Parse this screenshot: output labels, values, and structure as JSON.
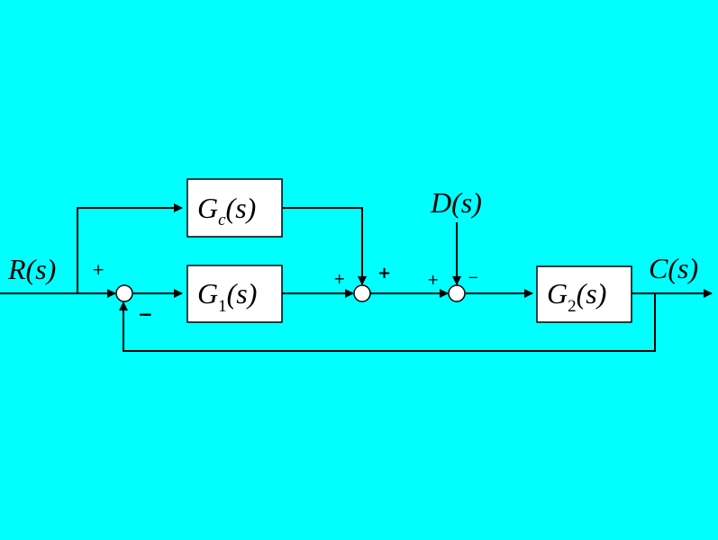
{
  "colors": {
    "background": "#00ffff",
    "stroke": "#000000",
    "block_fill": "#ffffff"
  },
  "signals": {
    "input": {
      "sym": "R",
      "arg": "(s)"
    },
    "output": {
      "sym": "C",
      "arg": "(s)"
    },
    "disturbance": {
      "sym": "D",
      "arg": "(s)"
    }
  },
  "blocks": {
    "gc": {
      "sym": "G",
      "sub": "c",
      "arg": "(s)"
    },
    "g1": {
      "sym": "G",
      "sub": "1",
      "arg": "(s)"
    },
    "g2": {
      "sym": "G",
      "sub": "2",
      "arg": "(s)"
    }
  },
  "signs": {
    "j1_top": "+",
    "j1_bottom": "−",
    "j2_left": "+",
    "j2_top": "+",
    "j3_left": "+",
    "j3_top": "−"
  }
}
